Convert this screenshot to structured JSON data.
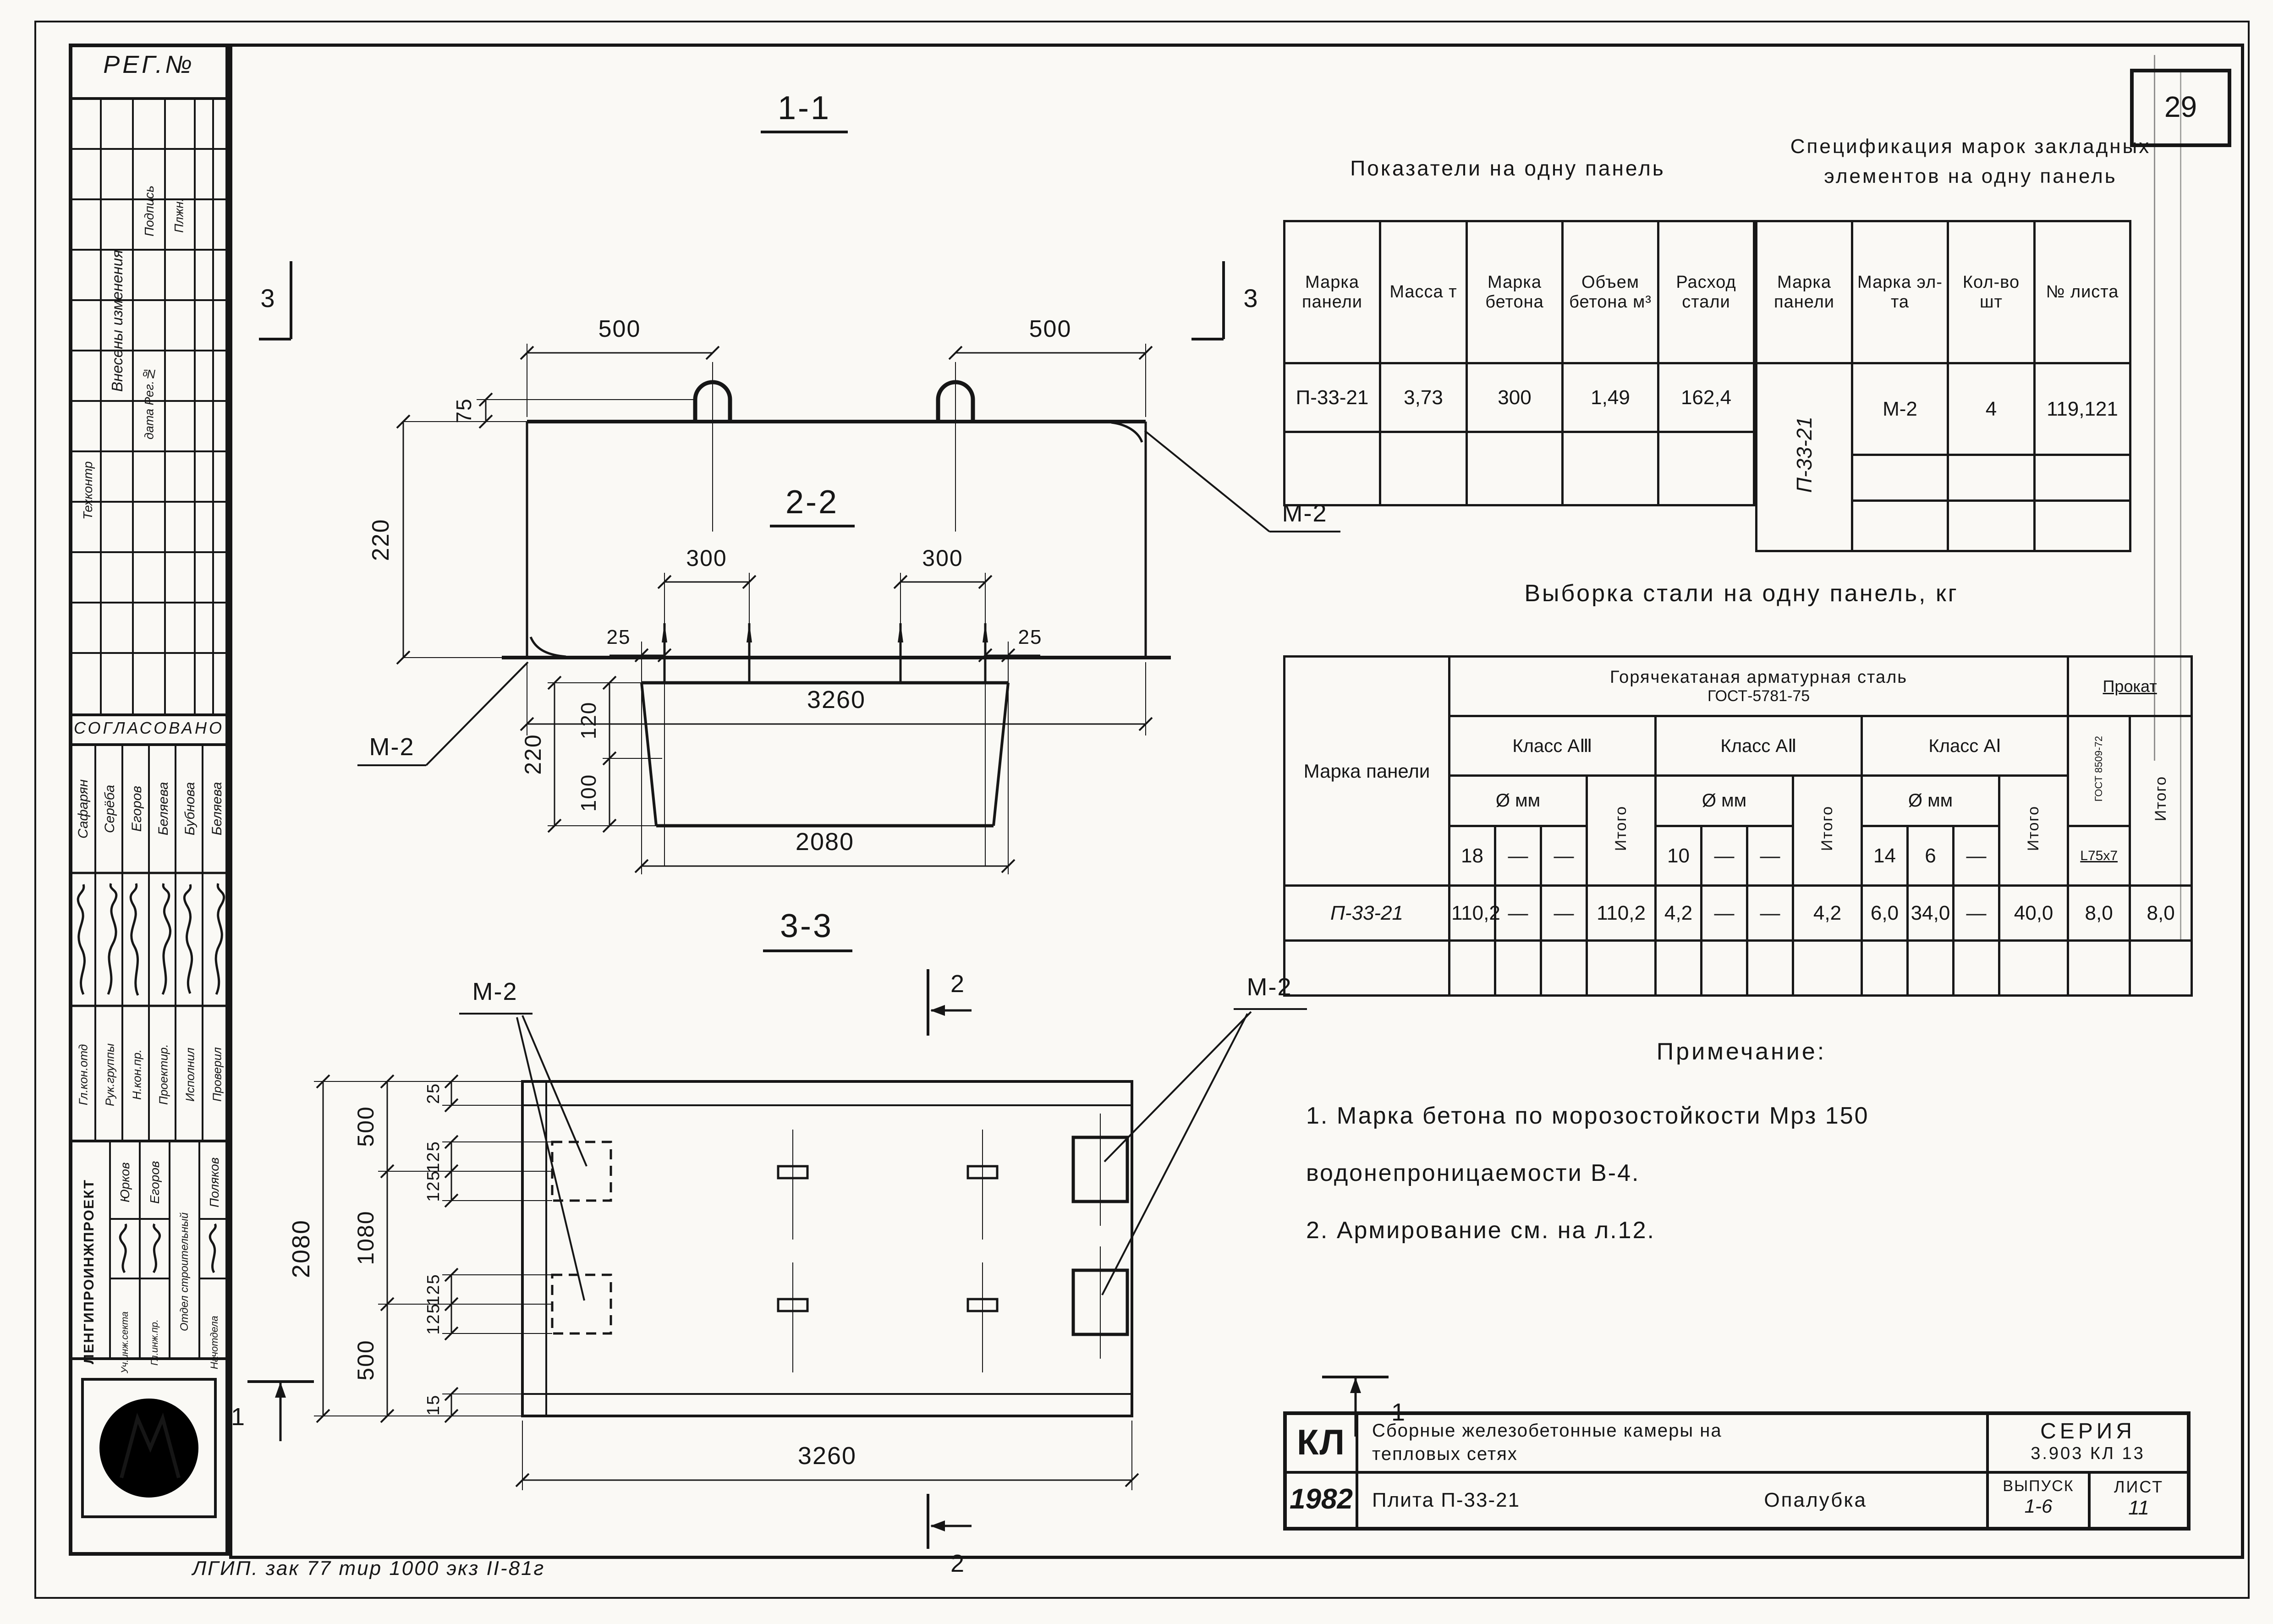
{
  "page": {
    "sheet_number": "29",
    "footer_note": "ЛГИП.  зак 77  тир 1000 экз  II-81г"
  },
  "sidebar": {
    "reg_label": "РЕГ.№",
    "revision": {
      "line1": "Внесены изменения",
      "line2": "Подпись",
      "line3": "дата Рег.№",
      "line4": "Плжн.",
      "line5": "Техконтр"
    },
    "approved_header": "СОГЛАСОВАНО",
    "signatories": [
      {
        "role": "Гл.кон.отд",
        "name": "Сафарян"
      },
      {
        "role": "Рук.группы",
        "name": "Серёба"
      },
      {
        "role": "Н.кон.пр.",
        "name": "Егоров"
      },
      {
        "role": "Проектир.",
        "name": "Беляева"
      },
      {
        "role": "Исполнил",
        "name": "Бубнова"
      },
      {
        "role": "Проверил",
        "name": "Беляева"
      }
    ],
    "org_name": "ЛЕНГИПРОИНЖПРОЕКТ",
    "org_columns": [
      {
        "role": "Уч.инж.секта",
        "name": "Юрков"
      },
      {
        "role": "Гл.инж.пр.",
        "name": "Егоров"
      },
      {
        "role": "Отдел строительный",
        "name": ""
      },
      {
        "role": "Начотдела",
        "name": "Поляков"
      }
    ]
  },
  "views": {
    "v11": {
      "title": "1-1",
      "marker": "3",
      "dim_loop_left": "500",
      "dim_loop_right": "500",
      "dim_loop_height": "75",
      "dim_thickness": "220",
      "dim_length": "3260",
      "embed_left": "М-2",
      "embed_right": "М-2"
    },
    "v22": {
      "title": "2-2",
      "dim_pin_left": "300",
      "dim_pin_right": "300",
      "dim_edge_left": "25",
      "dim_edge_right": "25",
      "dim_thickness": "220",
      "dim_top": "120",
      "dim_bottom": "100",
      "dim_width": "2080"
    },
    "v33": {
      "title": "3-3",
      "marker_h": "2",
      "marker_v": "1",
      "embed_left": "М-2",
      "embed_right": "М-2",
      "dim_overall": "2080",
      "dim_seg_top": "500",
      "dim_seg_mid": "1080",
      "dim_seg_bot": "500",
      "dim_edge_top": "25",
      "dim_off1": "125",
      "dim_off2": "125",
      "dim_off3": "125",
      "dim_off4": "125",
      "dim_edge_bottom": "15",
      "dim_length": "3260"
    }
  },
  "indicators": {
    "title": "Показатели на одну панель",
    "headers": [
      "Марка панели",
      "Масса т",
      "Марка бетона",
      "Объем бетона м³",
      "Расход стали"
    ],
    "row": [
      "П-33-21",
      "3,73",
      "300",
      "1,49",
      "162,4"
    ]
  },
  "spec": {
    "title_line1": "Спецификация марок закладных",
    "title_line2": "элементов на одну панель",
    "headers": [
      "Марка панели",
      "Марка эл-та",
      "Кол-во шт",
      "№ листа"
    ],
    "panel_mark": "П-33-21",
    "row": [
      "М-2",
      "4",
      "119,121"
    ]
  },
  "steel": {
    "title": "Выборка стали на одну панель, кг",
    "col_panel": "Марка панели",
    "hot_header": "Горячекатаная арматурная сталь",
    "hot_gost": "ГОСТ-5781-75",
    "rolled_header": "Прокат",
    "class3": "Класс АⅢ",
    "class2": "Класс АⅡ",
    "class1": "Класс АⅠ",
    "dia": "Ø мм",
    "itogo": "Итого",
    "dia3": [
      "18",
      "—",
      "—"
    ],
    "dia2": [
      "10",
      "—",
      "—"
    ],
    "dia1": [
      "14",
      "6",
      "—"
    ],
    "rolled_gost": "ГОСТ 8509-72",
    "rolled_profile": "L75x7",
    "row": {
      "mark": "П-33-21",
      "a3": [
        "110,2",
        "—",
        "—",
        "110,2"
      ],
      "a2": [
        "4,2",
        "—",
        "—",
        "4,2"
      ],
      "a1": [
        "6,0",
        "34,0",
        "—",
        "40,0"
      ],
      "rolled": "8,0",
      "total": "8,0"
    }
  },
  "notes": {
    "title": "Примечание:",
    "line1": "1. Марка бетона по морозостойкости  Мрз 150",
    "line2": "водонепроницаемости  В-4.",
    "line3": "2. Армирование  см. на л.12."
  },
  "title_block": {
    "logo": "КЛ",
    "year": "1982",
    "title_line1": "Сборные железобетонные камеры на",
    "title_line2": "тепловых сетях",
    "series_label": "СЕРИЯ",
    "series_value": "3.903 КЛ 13",
    "object_label": "Плита  П-33-21",
    "doc_type": "Опалубка",
    "issue_label": "ВЫПУСК",
    "issue_value": "1-6",
    "sheet_label": "ЛИСТ",
    "sheet_value": "11"
  }
}
